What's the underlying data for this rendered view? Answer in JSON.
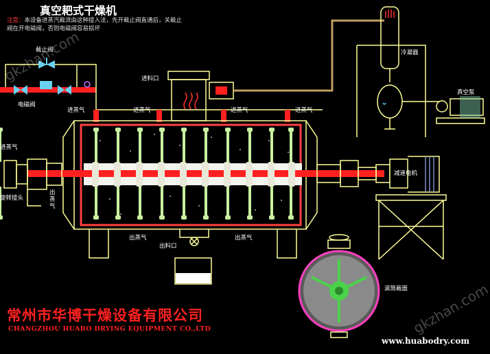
{
  "title": "真空耙式干燥机",
  "note": {
    "lead": "注意：",
    "text": "本设备进蒸汽截流由这种接入法，先开截止阀直通后，关截止阀在开电磁阀，否则电磁阀容易损坏"
  },
  "labels": {
    "shutoff_valve": "截止阀",
    "solenoid_valve": "电磁阀",
    "feed_inlet": "进料口",
    "steam_in_1": "进蒸气",
    "steam_in_2": "进蒸气",
    "steam_in_3": "进蒸气",
    "steam_in_4": "进蒸气",
    "steam_in_left": "进蒸气",
    "rotary_joint": "旋转接头",
    "steam_out_vertical": "出蒸气",
    "steam_out_1": "出蒸气",
    "steam_out_2": "出蒸气",
    "discharge": "出料口",
    "condenser": "冷凝器",
    "vacuum_pump": "真空泵",
    "gear_motor": "减速电机",
    "drum_section": "滚筒截面"
  },
  "company": {
    "name_cn": "常州市华博干燥设备有限公司",
    "name_en": "CHANGZHOU HUABO DRYING EQUIPMENT CO.,LTD"
  },
  "website": "www.huabodry.com",
  "watermark": "gkzhan.com",
  "colors": {
    "steam_pipe": "#ff2020",
    "outline": "#ffff99",
    "rakes": "#c8f0a0",
    "shaft": "#ff3030",
    "shell": "#ff4040",
    "background": "#000000"
  }
}
